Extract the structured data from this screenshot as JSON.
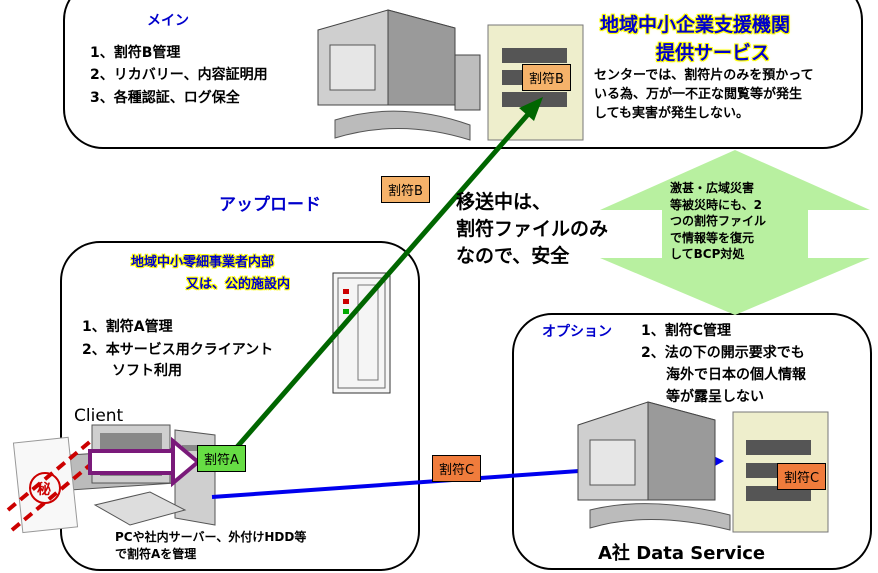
{
  "top_box": {
    "menu_title": "メイン",
    "menu_items": [
      "1、割符B管理",
      "2、リカバリー、内容証明用",
      "3、各種認証、ログ保全"
    ],
    "org_title_line1": "地域中小企業支援機関",
    "org_title_line2": "提供サービス",
    "org_desc": [
      "センターでは、割符片のみを預かって",
      "いる為、万が一不正な閲覧等が発生",
      "しても実害が発生しない。"
    ]
  },
  "tags": {
    "b_server": "割符B",
    "b_upload": "割符B",
    "a_client": "割符A",
    "c_transfer": "割符C",
    "c_server": "割符C"
  },
  "upload_label": "アップロード",
  "transfer_note": [
    "移送中は、",
    "割符ファイルのみ",
    "なので、安全"
  ],
  "disaster_note": [
    "激甚・広域災害",
    "等被災時にも、2",
    "つの割符ファイル",
    "で情報等を復元",
    "してBCP対処"
  ],
  "left_box": {
    "title_line1": "地域中小零細事業者内部",
    "title_line2": "又は、公的施設内",
    "items": [
      "1、割符A管理",
      "2、本サービス用クライアント",
      "ソフト利用"
    ],
    "client_label": "Client",
    "secret_mark": "秘",
    "footer": [
      "PCや社内サーバー、外付けHDD等",
      "で割符Aを管理"
    ]
  },
  "right_box": {
    "option_label": "オプション",
    "items": [
      "1、割符C管理",
      "2、法の下の開示要求でも",
      "海外で日本の個人情報",
      "等が露呈しない"
    ],
    "footer": "A社 Data Service"
  },
  "colors": {
    "green_arrow": "#006600",
    "blue_arrow": "#0000ee",
    "disaster_arrow": "#b8f0a0",
    "title_blue": "#0000cc"
  }
}
